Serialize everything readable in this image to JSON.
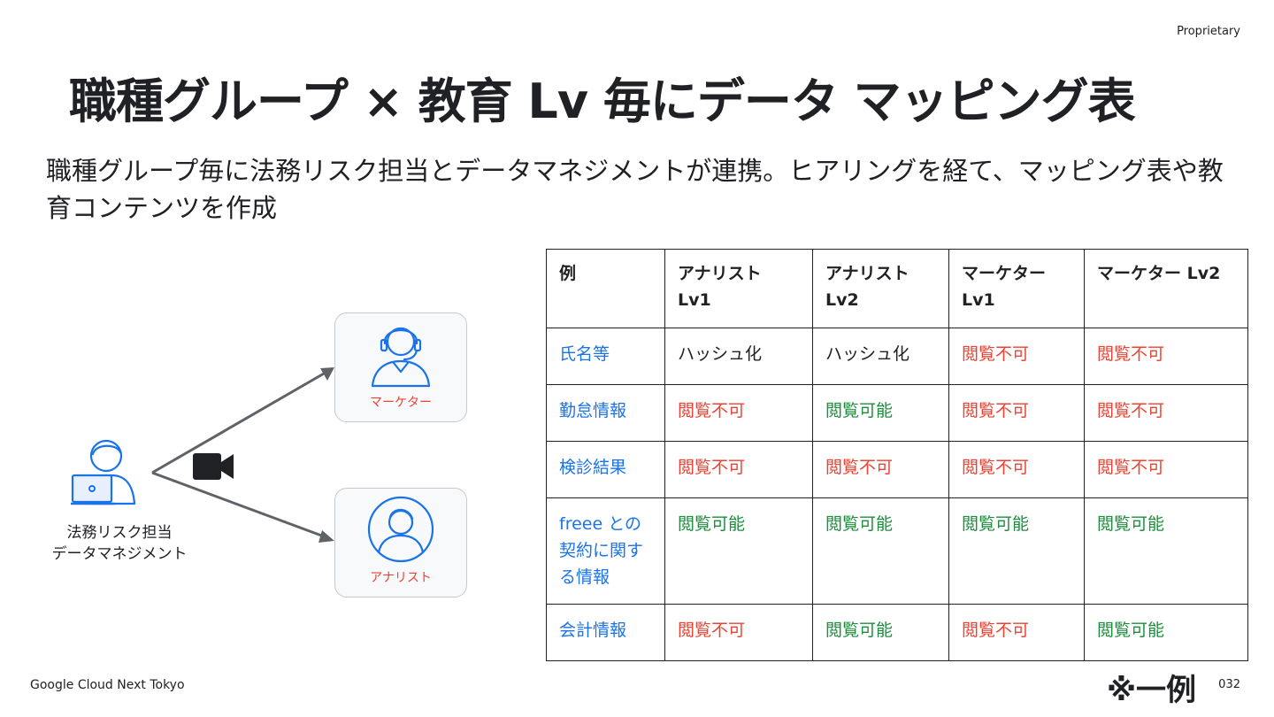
{
  "header": {
    "proprietary": "Proprietary"
  },
  "title": "職種グループ × 教育 Lv 毎にデータ マッピング表",
  "subtitle": "職種グループ毎に法務リスク担当とデータマネジメントが連携。ヒアリングを経て、マッピング表や教育コンテンツを作成",
  "diagram": {
    "source_label_line1": "法務リスク担当",
    "source_label_line2": "データマネジメント",
    "target_marketer_label": "マーケター",
    "target_analyst_label": "アナリスト",
    "icons": [
      "person-laptop-icon",
      "video-camera-icon",
      "headset-person-icon",
      "person-circle-icon"
    ]
  },
  "table": {
    "headers": [
      "例",
      "アナリスト Lv1",
      "アナリスト Lv2",
      "マーケター Lv1",
      "マーケター Lv2"
    ],
    "rows": [
      {
        "label": "氏名等",
        "cells": [
          "ハッシュ化",
          "ハッシュ化",
          "閲覧不可",
          "閲覧不可"
        ]
      },
      {
        "label": "勤怠情報",
        "cells": [
          "閲覧不可",
          "閲覧可能",
          "閲覧不可",
          "閲覧不可"
        ]
      },
      {
        "label": "検診結果",
        "cells": [
          "閲覧不可",
          "閲覧不可",
          "閲覧不可",
          "閲覧不可"
        ]
      },
      {
        "label": "freee との契約に関する情報",
        "cells": [
          "閲覧可能",
          "閲覧可能",
          "閲覧可能",
          "閲覧可能"
        ]
      },
      {
        "label": "会計情報",
        "cells": [
          "閲覧不可",
          "閲覧可能",
          "閲覧不可",
          "閲覧可能"
        ]
      }
    ]
  },
  "colors": {
    "deny": "#ea4335",
    "allow": "#1e8e3e",
    "label": "#1a73e8",
    "neutral": "#202124"
  },
  "note": "※一例",
  "footer": {
    "event": "Google Cloud Next Tokyo",
    "page_number": "032"
  }
}
